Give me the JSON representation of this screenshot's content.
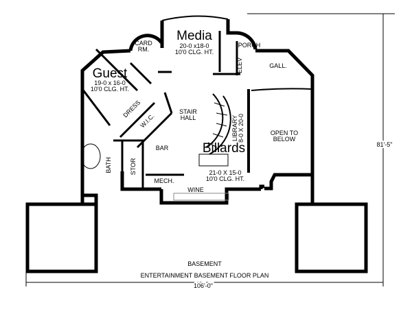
{
  "rooms": {
    "media": {
      "name": "Media",
      "size": "20-0 x18-0",
      "ceiling": "10'0 CLG. HT."
    },
    "card_room": {
      "line1": "CARD",
      "line2": "RM."
    },
    "porch": "PORCH",
    "elev": "ELEV",
    "gallery": "GALL.",
    "guest": {
      "name": "Guest",
      "size": "19-0 x 16-0",
      "ceiling": "10'0 CLG. HT."
    },
    "dress": "DRESS",
    "wic": "W.I.C.",
    "stair_hall": {
      "line1": "STAIR",
      "line2": "HALL"
    },
    "library": {
      "line1": "LIBRARY",
      "line2": "8-0 X 20-0"
    },
    "open_to_below": {
      "line1": "OPEN TO",
      "line2": "BELOW"
    },
    "billiards": {
      "name": "Billards",
      "size": "21-0 X 15-0",
      "ceiling": "10'0 CLG. HT."
    },
    "bar": "BAR",
    "bath": "BATH",
    "stor": "STOR",
    "mech": "MECH.",
    "wine": "WINE"
  },
  "dimensions": {
    "depth": "81'-5\"",
    "width": "106'-0\""
  },
  "caption": {
    "title": "BASEMENT",
    "subtitle": "ENTERTAINMENT BASEMENT FLOOR PLAN"
  }
}
